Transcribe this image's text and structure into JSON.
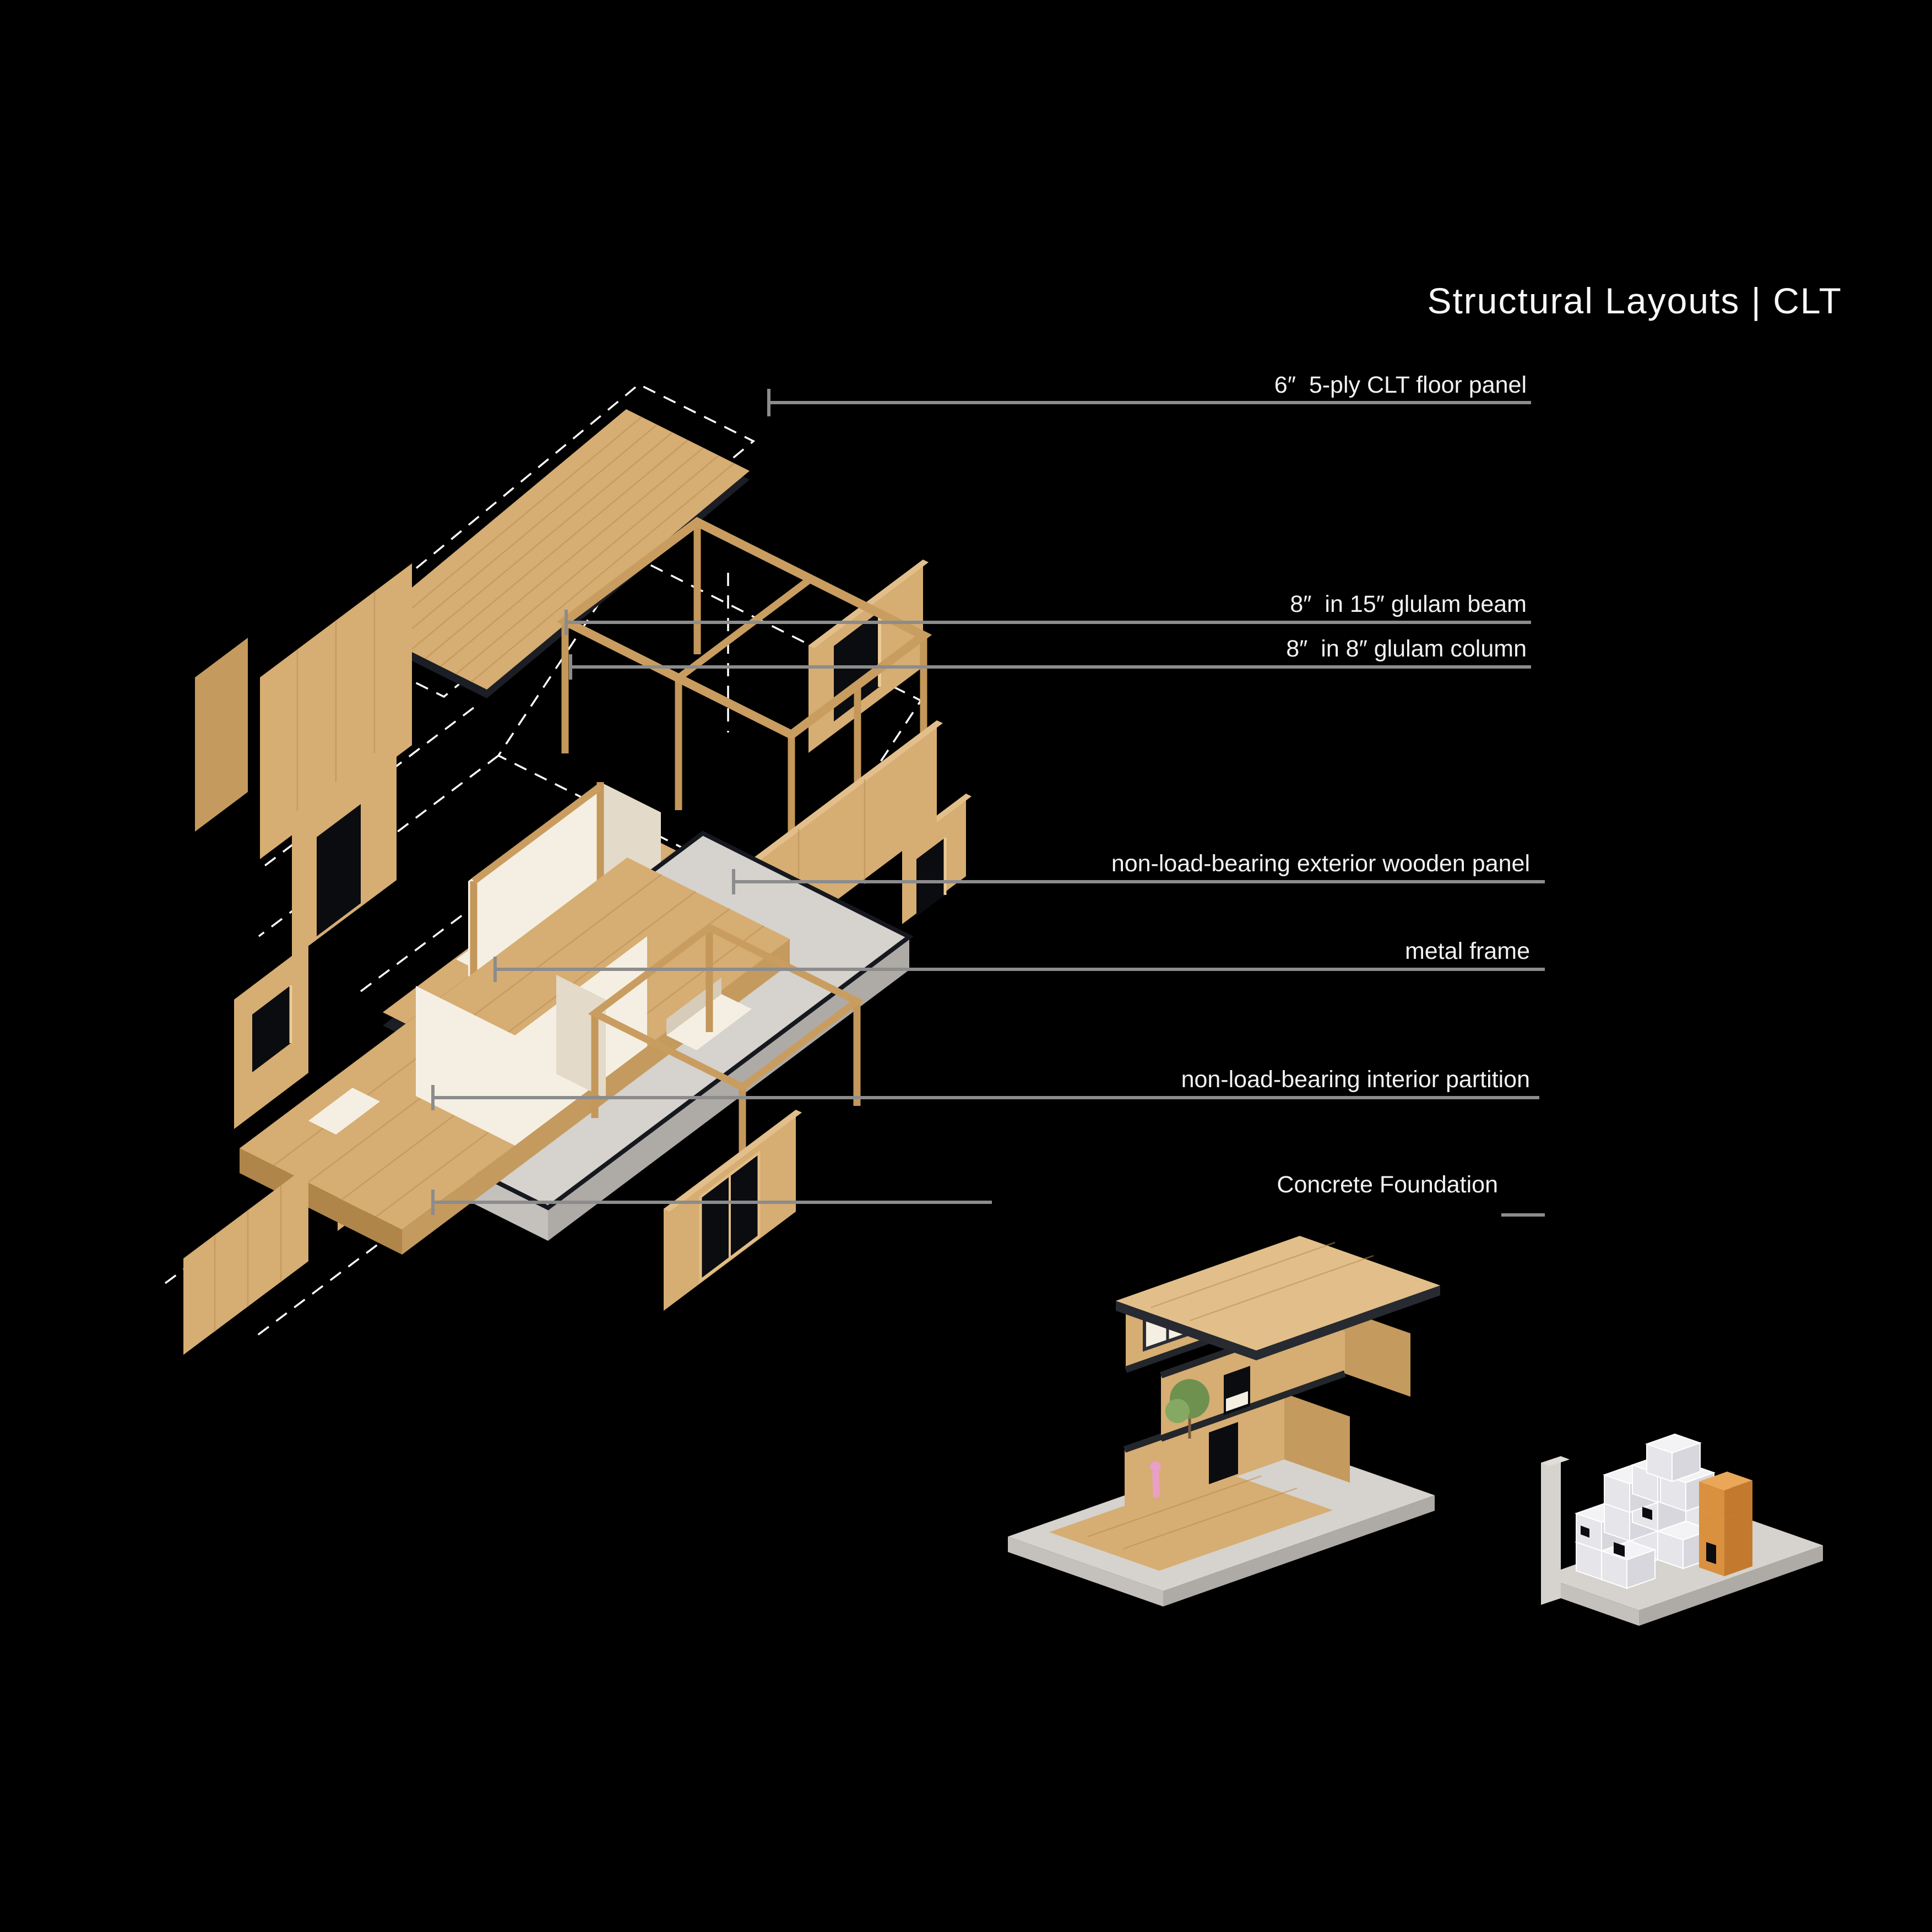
{
  "title": "Structural Layouts | CLT",
  "labels": {
    "floor_panel": "6″  5-ply CLT floor panel",
    "beam": "8″  in 15″ glulam beam",
    "column": "8″  in 8″ glulam column",
    "exterior_panel": "non-load-bearing exterior wooden panel",
    "metal_frame": "metal frame",
    "interior_partition": "non-load-bearing interior partition",
    "foundation": "Concrete Foundation"
  },
  "figures": {
    "exploded_axon": "exploded-clt-construction-axonometric",
    "house_render": "three-storey-clt-house-model",
    "massing_model": "stacked-module-massing-model-with-highlighted-unit"
  },
  "colors": {
    "background": "#000000",
    "text": "#f2f2f2",
    "leader_line": "#8c8c8c",
    "dashed_outline": "#ffffff",
    "wood": "#d6ad72",
    "wood_dark": "#c49a5e",
    "slab_edge": "#1b1e24",
    "wall_white": "#f5efe3",
    "concrete": "#d6d2cd",
    "highlight_module_orange": "#d9913f",
    "figure_pink": "#e99fc6",
    "tree_green": "#6f9150"
  }
}
